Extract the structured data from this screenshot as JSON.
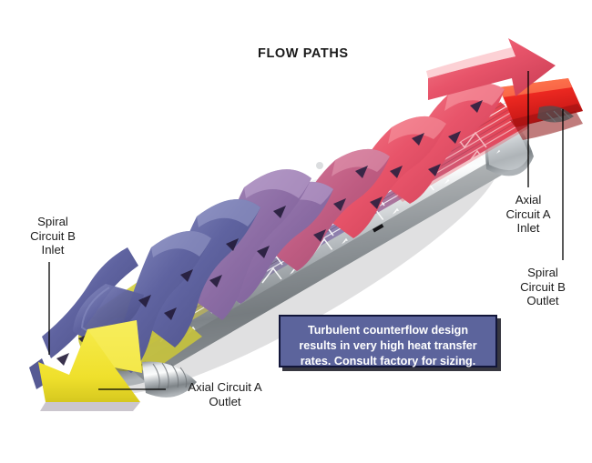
{
  "title": "FLOW PATHS",
  "labels": {
    "spiral_b_inlet": [
      "Spiral",
      "Circuit B",
      "Inlet"
    ],
    "axial_a_inlet": [
      "Axial",
      "Circuit A",
      "Inlet"
    ],
    "spiral_b_outlet": [
      "Spiral",
      "Circuit B",
      "Outlet"
    ],
    "axial_a_outlet": [
      "Axial Circuit A",
      "Outlet"
    ]
  },
  "infobox": {
    "lines": [
      "Turbulent counterflow design",
      "results in very high heat transfer",
      "rates.  Consult factory for sizing."
    ],
    "background": "#5c649c",
    "border": "#12163a",
    "text_color": "#ffffff"
  },
  "diagram": {
    "name": "heat-exchanger-cutaway",
    "description": "3D cutaway of a tube-in-shell turbulent counterflow heat exchanger oriented on a diagonal axis",
    "colors": {
      "shell_metal": "#b9bec2",
      "shell_highlight": "#f2f4f5",
      "cold_end": "#d9d84e",
      "cold_end_shade": "#9a9a28",
      "spiral_ribbon": "#6f6fa8",
      "spiral_ribbon_warm": "#a96f9e",
      "axial_ribbon_hot": "#e8566a",
      "axial_ribbon_warm": "#c4608f",
      "inlet_red": "#ef2a24",
      "outlet_yellow": "#f2e53a",
      "leader_line": "#000000",
      "fin_red": "#d94a5a",
      "fin_blue": "#6d74ad",
      "fin_olive": "#c6c24a"
    },
    "flow_arrows": {
      "axial_inlet_direction": "up-right",
      "axial_outlet_direction": "down-left",
      "spiral_direction": "down-left along shell"
    }
  }
}
